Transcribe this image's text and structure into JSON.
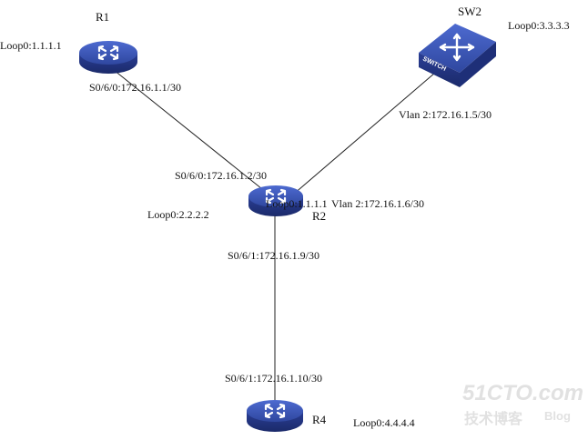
{
  "nodes": {
    "r1": {
      "name": "R1",
      "loop": "Loop0:1.1.1.1"
    },
    "sw2": {
      "name": "SW2",
      "loop": "Loop0:3.3.3.3",
      "badge": "SWITCH"
    },
    "r2": {
      "name": "R2",
      "loop": "Loop0:2.2.2.2",
      "overlap_loop": "Loop0:1.1.1.1"
    },
    "r4": {
      "name": "R4",
      "loop": "Loop0:4.4.4.4"
    }
  },
  "links": {
    "r1_r2": {
      "r1_if": "S0/6/0:172.16.1.1/30",
      "r2_if": "S0/6/0:172.16.1.2/30"
    },
    "sw2_r2": {
      "sw2_if": "Vlan 2:172.16.1.5/30",
      "r2_if": "Vlan 2:172.16.1.6/30"
    },
    "r2_r4": {
      "r2_if": "S0/6/1:172.16.1.9/30",
      "r4_if": "S0/6/1:172.16.1.10/30"
    }
  },
  "watermark": {
    "line1": "51CTO.com",
    "line2": "技术博客",
    "line3": "Blog"
  },
  "colors": {
    "device_top": "#3d57b8",
    "device_side": "#23358a",
    "link": "#222222"
  }
}
